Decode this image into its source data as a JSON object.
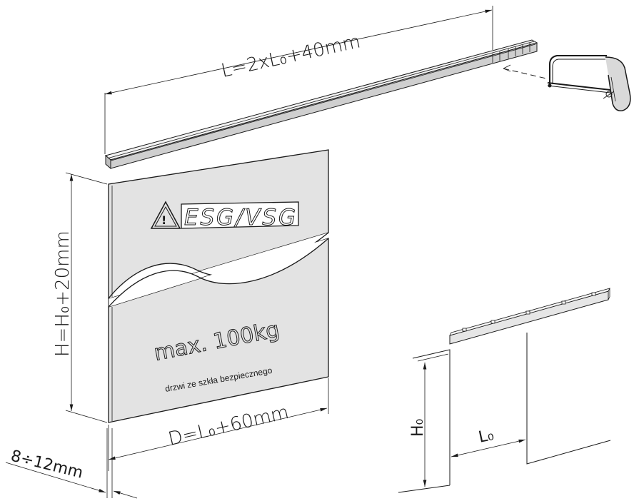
{
  "dimensions": {
    "rail_length": "L=2xL₀+40mm",
    "door_height": "H=H₀+20mm",
    "door_width": "D=L₀+60mm",
    "glass_thickness": "8÷12mm",
    "opening_height": "H₀",
    "opening_width": "L₀"
  },
  "glass_panel": {
    "warning_label": "ESG/VSG",
    "max_load": "max.  100kg",
    "caption": "drzwi ze szkła bezpiecznego"
  }
}
